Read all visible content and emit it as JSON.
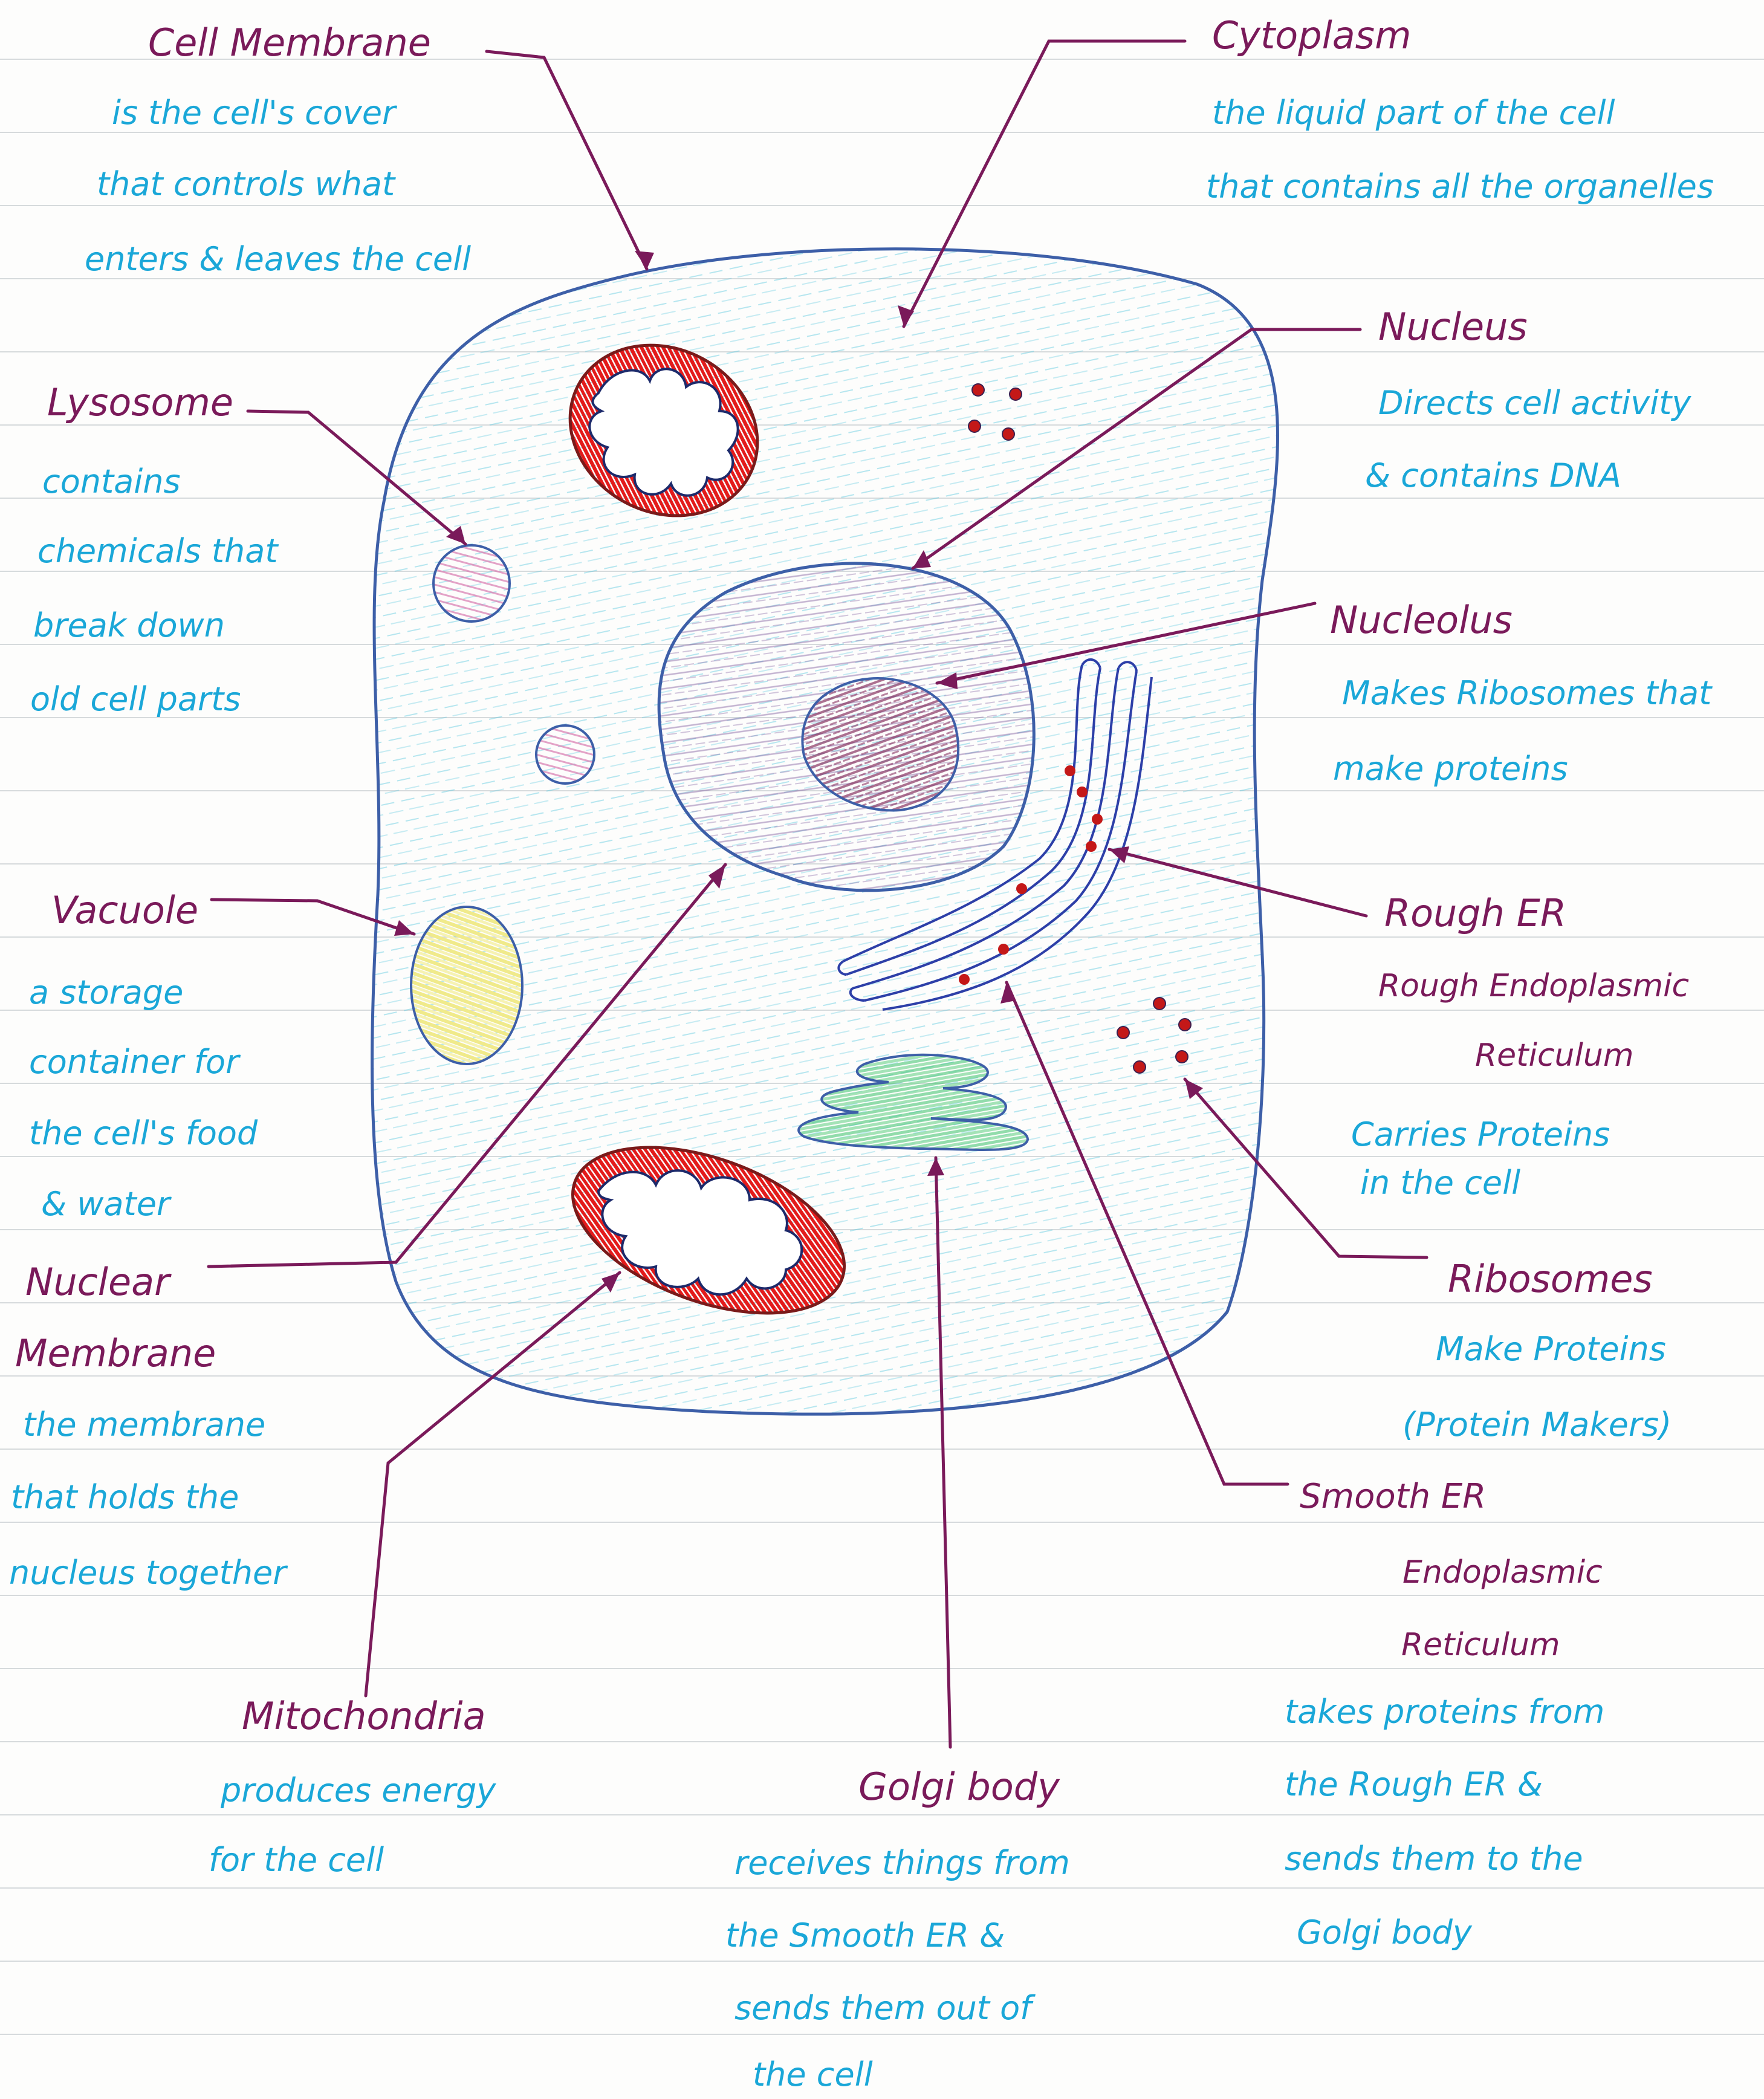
{
  "colors": {
    "title": "#7a1a5a",
    "description": "#1aa7d8",
    "ruled_line": "#d6dadc",
    "cell_outline": "#3d5fa8",
    "cytoplasm_shading": "#5ec9e0",
    "mitochondria": "#e31b1b",
    "ribosome": "#c41818",
    "golgi": "#7fd99a",
    "vacuole": "#f3f0a6",
    "nucleus_shading": "#7d5a9e",
    "nucleolus": "#8a3563",
    "lysosome": "#d87bb0",
    "er": "#2d3fa8"
  },
  "labels": {
    "cell_membrane": {
      "title": "Cell Membrane",
      "desc": [
        "is the cell's cover",
        "that controls what",
        "enters & leaves the cell"
      ]
    },
    "cytoplasm": {
      "title": "Cytoplasm",
      "desc": [
        "the liquid part of the cell",
        "that contains all the organelles"
      ]
    },
    "nucleus": {
      "title": "Nucleus",
      "desc": [
        "Directs cell activity",
        "& contains DNA"
      ]
    },
    "lysosome": {
      "title": "Lysosome",
      "desc": [
        "contains",
        "chemicals that",
        "break down",
        "old cell parts"
      ]
    },
    "nucleolus": {
      "title": "Nucleolus",
      "desc": [
        "Makes Ribosomes that",
        "make proteins"
      ]
    },
    "vacuole": {
      "title": "Vacuole",
      "desc": [
        "a storage",
        "container for",
        "the cell's food",
        "& water"
      ]
    },
    "rough_er": {
      "title": "Rough ER",
      "subtitle": [
        "Rough Endoplasmic",
        "Reticulum"
      ],
      "desc": [
        "Carries Proteins",
        "in the cell"
      ]
    },
    "nuclear_membrane": {
      "title": [
        "Nuclear",
        "Membrane"
      ],
      "desc": [
        "the membrane",
        "that holds the",
        "nucleus together"
      ]
    },
    "ribosomes": {
      "title": "Ribosomes",
      "desc": [
        "Make Proteins",
        "(Protein Makers)"
      ]
    },
    "smooth_er": {
      "title": "Smooth ER",
      "subtitle": [
        "Endoplasmic",
        "Reticulum"
      ],
      "desc": [
        "takes proteins from",
        "the Rough ER &",
        "sends them to the",
        "Golgi body"
      ]
    },
    "mitochondria": {
      "title": "Mitochondria",
      "desc": [
        "produces energy",
        "for the cell"
      ]
    },
    "golgi": {
      "title": "Golgi body",
      "desc": [
        "receives things from",
        "the Smooth ER &",
        "sends them out of",
        "the cell"
      ]
    }
  }
}
